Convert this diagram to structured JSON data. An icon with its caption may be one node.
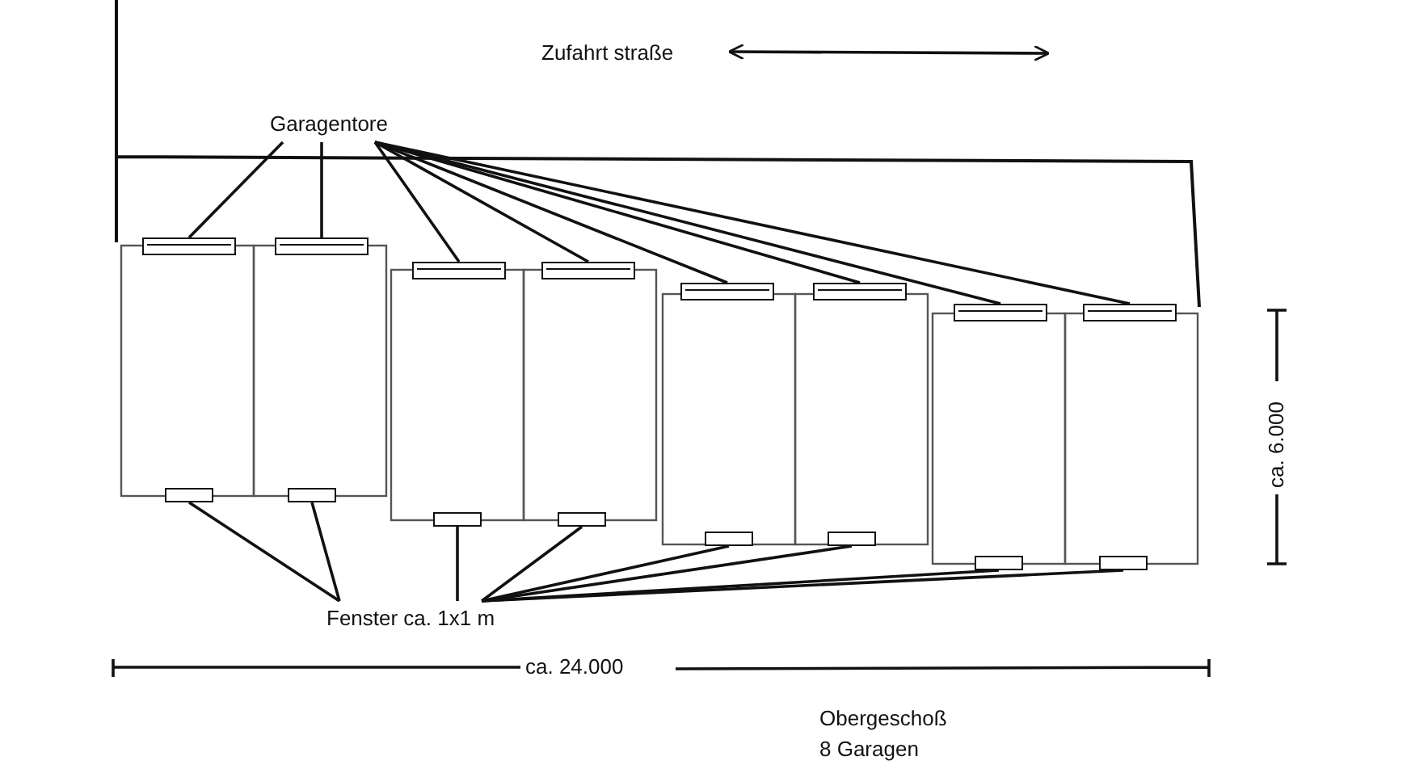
{
  "diagram": {
    "nodes": [
      {
        "text": [
          "Garagentore"
        ]
      },
      {
        "text": [],
        "shape": "bar"
      },
      {
        "text": [],
        "shape": "bar"
      },
      {
        "text": [],
        "shape": "bar"
      },
      {
        "text": [],
        "shape": "bar"
      },
      {
        "text": [],
        "shape": "bar"
      },
      {
        "text": [],
        "shape": "bar"
      },
      {
        "text": [],
        "shape": "bar"
      },
      {
        "text": [],
        "shape": "bar"
      },
      {
        "text": [
          "Fenster ca. 1x1 m"
        ]
      },
      {
        "text": [],
        "shape": "box"
      },
      {
        "text": [],
        "shape": "box"
      },
      {
        "text": [],
        "shape": "box"
      },
      {
        "text": [],
        "shape": "box"
      },
      {
        "text": [],
        "shape": "box"
      },
      {
        "text": [],
        "shape": "box"
      },
      {
        "text": [],
        "shape": "box"
      },
      {
        "text": [],
        "shape": "box"
      }
    ],
    "edges": [
      {
        "from": 0,
        "to": 1,
        "arrow": "none"
      },
      {
        "from": 0,
        "to": 2,
        "arrow": "none"
      },
      {
        "from": 0,
        "to": 3,
        "arrow": "none"
      },
      {
        "from": 0,
        "to": 4,
        "arrow": "none"
      },
      {
        "from": 0,
        "to": 5,
        "arrow": "none"
      },
      {
        "from": 0,
        "to": 6,
        "arrow": "none"
      },
      {
        "from": 0,
        "to": 7,
        "arrow": "none"
      },
      {
        "from": 0,
        "to": 8,
        "arrow": "none"
      },
      {
        "from": 9,
        "to": 10,
        "arrow": "none"
      },
      {
        "from": 9,
        "to": 11,
        "arrow": "none"
      },
      {
        "from": 9,
        "to": 12,
        "arrow": "none"
      },
      {
        "from": 9,
        "to": 13,
        "arrow": "none"
      },
      {
        "from": 9,
        "to": 14,
        "arrow": "none"
      },
      {
        "from": 9,
        "to": 15,
        "arrow": "none"
      },
      {
        "from": 9,
        "to": 16,
        "arrow": "none"
      },
      {
        "from": 9,
        "to": 17,
        "arrow": "none"
      }
    ],
    "labels": [
      "Zufahrt straße",
      "ca. 6.000",
      "ca. 24.000",
      "Obergeschoß",
      "8 Garagen"
    ]
  }
}
